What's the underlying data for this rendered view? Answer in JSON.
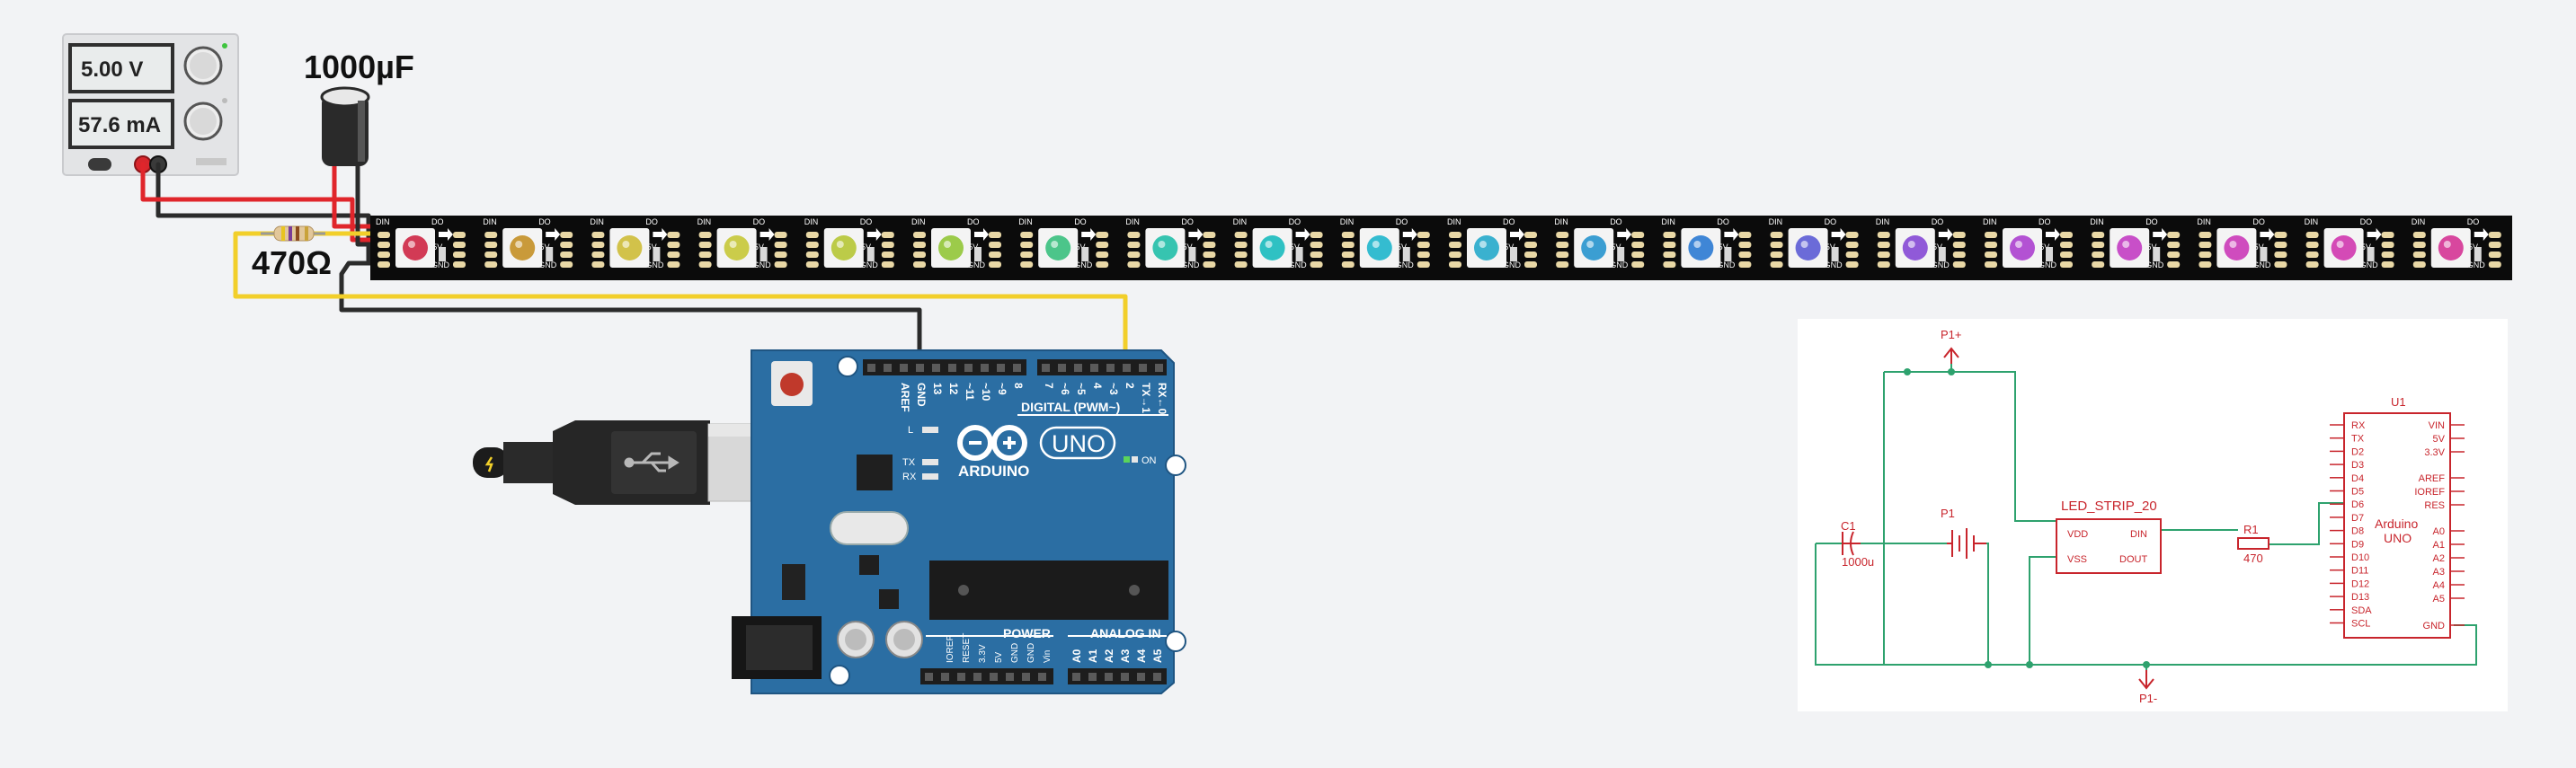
{
  "power_supply": {
    "voltage": "5.00 V",
    "current": "57.6 mA"
  },
  "capacitor": {
    "label": "1000µF"
  },
  "resistor": {
    "label": "470Ω"
  },
  "led_strip": {
    "pin_labels": [
      "DIN",
      "DO",
      "+5V",
      "GND"
    ],
    "led_colors": [
      "#d23a55",
      "#c99a3a",
      "#d2c24a",
      "#cbcc4a",
      "#bccb48",
      "#9ccb4a",
      "#4cc58a",
      "#36c4b0",
      "#2fc1c3",
      "#34bcd0",
      "#3ab1cf",
      "#3b9ed2",
      "#3f86d6",
      "#6b6bd8",
      "#9059d8",
      "#b352d3",
      "#c84fc8",
      "#cf4cbe",
      "#d44ab6",
      "#d8479e"
    ]
  },
  "arduino": {
    "brand": "ARDUINO",
    "model": "UNO",
    "digital_label": "DIGITAL (PWM~)",
    "power_label": "POWER",
    "analog_label": "ANALOG IN",
    "on_label": "ON",
    "led_l": "L",
    "led_tx": "TX",
    "led_rx": "RX",
    "top_pins": [
      "AREF",
      "GND",
      "13",
      "12",
      "~11",
      "~10",
      "~9",
      "8",
      "7",
      "~6",
      "~5",
      "4",
      "~3",
      "2",
      "TX→1",
      "RX←0"
    ],
    "power_pins": [
      "IOREF",
      "RESET",
      "3.3V",
      "5V",
      "GND",
      "GND",
      "Vin"
    ],
    "analog_pins": [
      "A0",
      "A1",
      "A2",
      "A3",
      "A4",
      "A5"
    ]
  },
  "schematic": {
    "p1_plus": "P1+",
    "p1_minus": "P1-",
    "c1_ref": "C1",
    "c1_value": "1000u",
    "p1_ref": "P1",
    "led_strip_name": "LED_STRIP_20",
    "vdd": "VDD",
    "vss": "VSS",
    "din": "DIN",
    "dout": "DOUT",
    "r1_ref": "R1",
    "r1_value": "470",
    "u1_ref": "U1",
    "u1_name_1": "Arduino",
    "u1_name_2": "UNO",
    "u1_left_pins": [
      "RX",
      "TX",
      "D2",
      "D3",
      "D4",
      "D5",
      "D6",
      "D7",
      "D8",
      "D9",
      "D10",
      "D11",
      "D12",
      "D13",
      "SDA",
      "SCL"
    ],
    "u1_right_pins": [
      "VIN",
      "5V",
      "3.3V",
      "AREF",
      "IOREF",
      "RES",
      "A0",
      "A1",
      "A2",
      "A3",
      "A4",
      "A5",
      "GND"
    ]
  },
  "colors": {
    "background": "#f2f3f5",
    "wire_red": "#e0252b",
    "wire_black": "#2b2b2b",
    "wire_yellow": "#f2cf2a",
    "board_blue": "#2b6ea3",
    "schematic_red": "#c8252c",
    "schematic_green": "#2ea26e"
  }
}
